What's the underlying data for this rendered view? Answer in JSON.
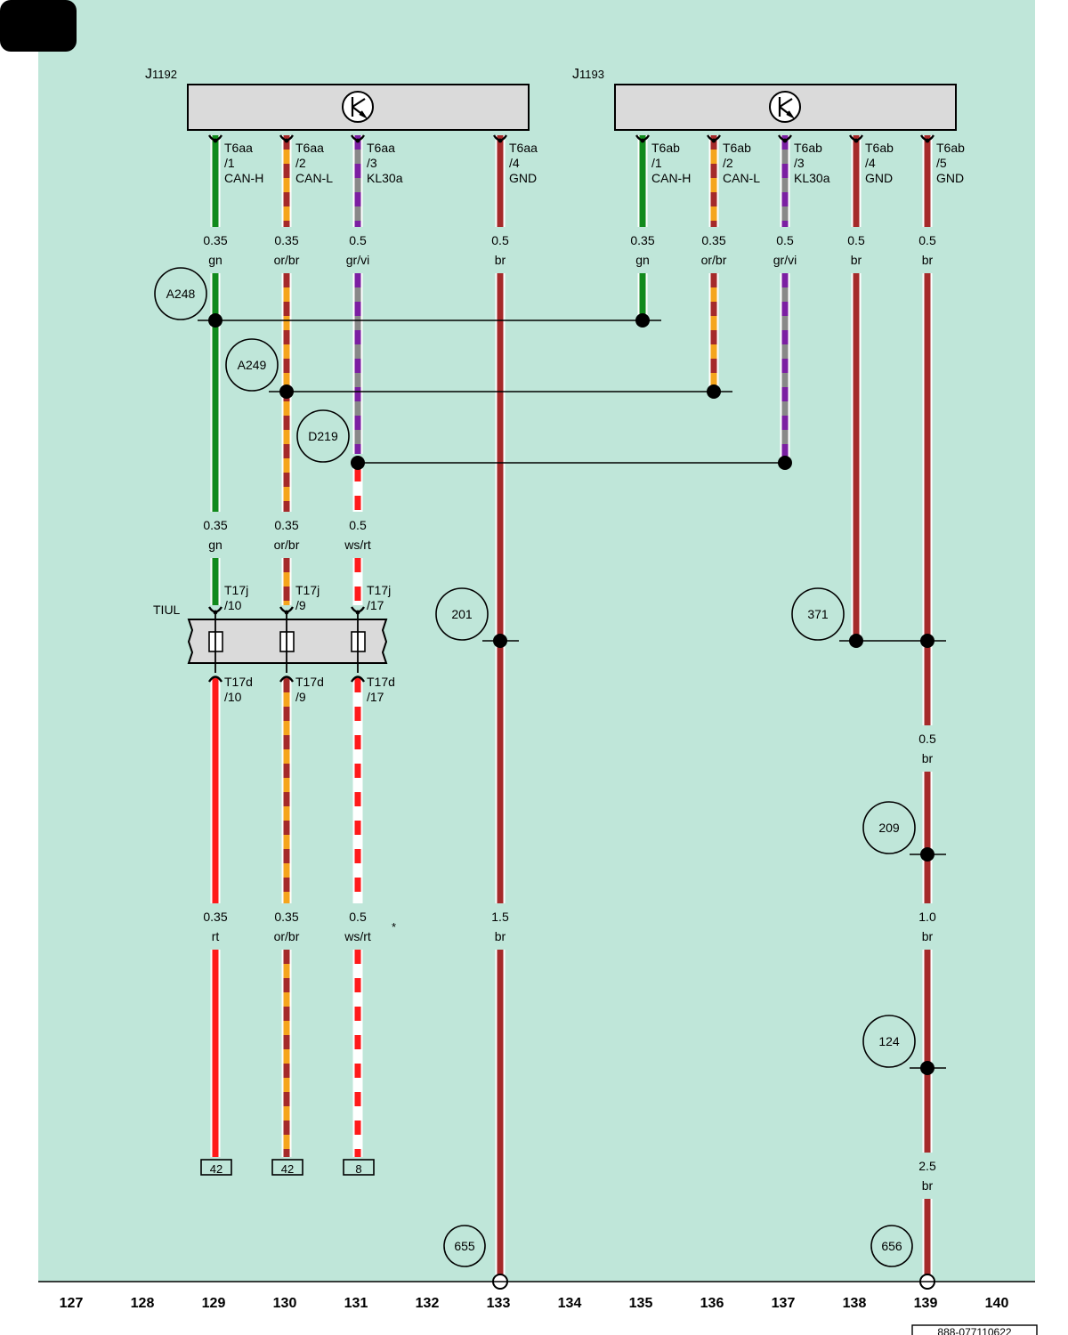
{
  "components": {
    "j1192": {
      "main": "J",
      "sub": "1192"
    },
    "j1193": {
      "main": "J",
      "sub": "1193"
    },
    "tiul": "TIUL"
  },
  "pins": {
    "j1192_1": [
      "T6aa",
      "/1",
      "CAN-H"
    ],
    "j1192_2": [
      "T6aa",
      "/2",
      "CAN-L"
    ],
    "j1192_3": [
      "T6aa",
      "/3",
      "KL30a"
    ],
    "j1192_4": [
      "T6aa",
      "/4",
      "GND"
    ],
    "j1193_1": [
      "T6ab",
      "/1",
      "CAN-H"
    ],
    "j1193_2": [
      "T6ab",
      "/2",
      "CAN-L"
    ],
    "j1193_3": [
      "T6ab",
      "/3",
      "KL30a"
    ],
    "j1193_4": [
      "T6ab",
      "/4",
      "GND"
    ],
    "j1193_5": [
      "T6ab",
      "/5",
      "GND"
    ],
    "t17j_10": [
      "T17j",
      "/10"
    ],
    "t17j_9": [
      "T17j",
      "/9"
    ],
    "t17j_17": [
      "T17j",
      "/17"
    ],
    "t17d_10": [
      "T17d",
      "/10"
    ],
    "t17d_9": [
      "T17d",
      "/9"
    ],
    "t17d_17": [
      "T17d",
      "/17"
    ]
  },
  "wire_labels": [
    [
      "0.35",
      "gn"
    ],
    [
      "0.35",
      "or/br"
    ],
    [
      "0.5",
      "gr/vi"
    ],
    [
      "0.5",
      "br"
    ],
    [
      "0.35",
      "gn"
    ],
    [
      "0.35",
      "or/br"
    ],
    [
      "0.5",
      "gr/vi"
    ],
    [
      "0.5",
      "br"
    ],
    [
      "0.5",
      "br"
    ],
    [
      "0.35",
      "gn"
    ],
    [
      "0.35",
      "or/br"
    ],
    [
      "0.5",
      "ws/rt"
    ],
    [
      "0.5",
      "br"
    ],
    [
      "0.35",
      "rt"
    ],
    [
      "0.35",
      "or/br"
    ],
    [
      "0.5",
      "ws/rt"
    ],
    [
      "1.5",
      "br"
    ],
    [
      "1.0",
      "br"
    ],
    [
      "2.5",
      "br"
    ]
  ],
  "junctions": [
    "A248",
    "A249",
    "D219",
    "201",
    "371",
    "209",
    "124",
    "655",
    "656"
  ],
  "refs": [
    "42",
    "42",
    "8"
  ],
  "footnote_marker": "*",
  "grid_numbers": [
    "127",
    "128",
    "129",
    "130",
    "131",
    "132",
    "133",
    "134",
    "135",
    "136",
    "137",
    "138",
    "139",
    "140"
  ],
  "doc_id": "888-077110622",
  "colors": {
    "background": "#bfe6d9",
    "green": "#118a1c",
    "orange": "#f5a51d",
    "brown": "#a52a2a",
    "gray": "#888888",
    "violet": "#7b1fa2",
    "red": "#ff1a1a",
    "white": "#ffffff",
    "component_fill": "#dadada"
  }
}
